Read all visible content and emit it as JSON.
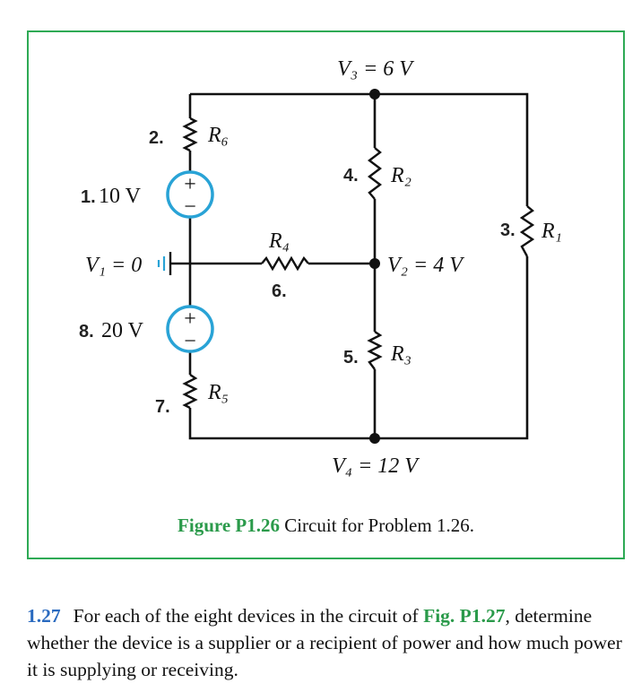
{
  "circuit": {
    "v3_label": "V₃ = 6 V",
    "v2_label": "V₂ = 4 V",
    "v4_label": "V₄ = 12 V",
    "v1_label": "V₁ = 0",
    "source_top_label": "10 V",
    "source_bottom_label": "20 V",
    "plus_sign": "+",
    "minus_sign": "−",
    "resistors": {
      "r6": "R₆",
      "r2": "R₂",
      "r1": "R₁",
      "r4": "R₄",
      "r3": "R₃",
      "r5": "R₅"
    },
    "handwritten": {
      "n1": "1.",
      "n2": "2.",
      "n3": "3.",
      "n4": "4.",
      "n5": "5.",
      "n6": "6.",
      "n7": "7.",
      "n8": "8."
    },
    "colors": {
      "frame": "#2eaa55",
      "source_ring": "#29a3d6",
      "wire": "#111111"
    }
  },
  "caption": {
    "figure_label": "Figure P1.26",
    "text": "Circuit for Problem 1.26."
  },
  "problem": {
    "number": "1.27",
    "text_before": "For each of the eight devices in the circuit of ",
    "figure_ref": "Fig. P1.27",
    "text_after": ", determine whether the device is a supplier or a recipient of power and how much power it is supplying or receiving."
  }
}
